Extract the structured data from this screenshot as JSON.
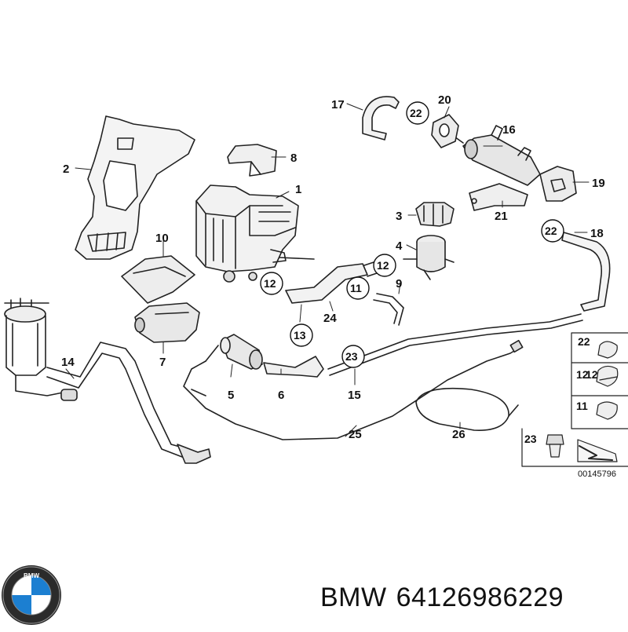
{
  "diagram": {
    "part_numbers": [
      "1",
      "2",
      "3",
      "4",
      "5",
      "6",
      "7",
      "8",
      "9",
      "10",
      "11",
      "12",
      "12",
      "12",
      "13",
      "14",
      "15",
      "16",
      "17",
      "18",
      "19",
      "20",
      "21",
      "22",
      "22",
      "23",
      "24",
      "25",
      "26"
    ],
    "legend": {
      "items": [
        "22",
        "12",
        "11",
        "23"
      ]
    },
    "drawing_code": "00145796"
  },
  "logo": {
    "letters": "BMW"
  },
  "caption": {
    "brand": "BMW",
    "part_number": "64126986229"
  }
}
